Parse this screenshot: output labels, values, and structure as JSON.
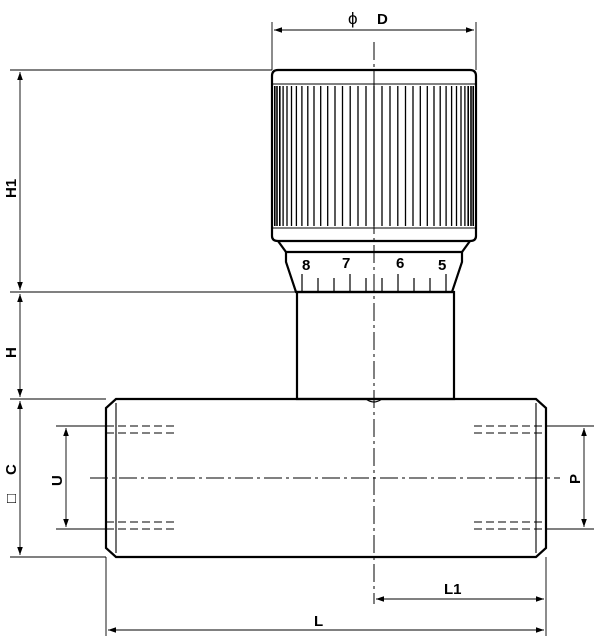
{
  "dimensions": {
    "diameter_symbol": "ϕ",
    "diameter_label": "D",
    "overall_height_upper": "H1",
    "height_lower": "H",
    "section_symbol": "□",
    "section_label": "C",
    "port_size_left": "U",
    "port_size_right": "P",
    "offset_length": "L1",
    "overall_length": "L"
  },
  "scale_marks": [
    "8",
    "7",
    "6",
    "5"
  ]
}
